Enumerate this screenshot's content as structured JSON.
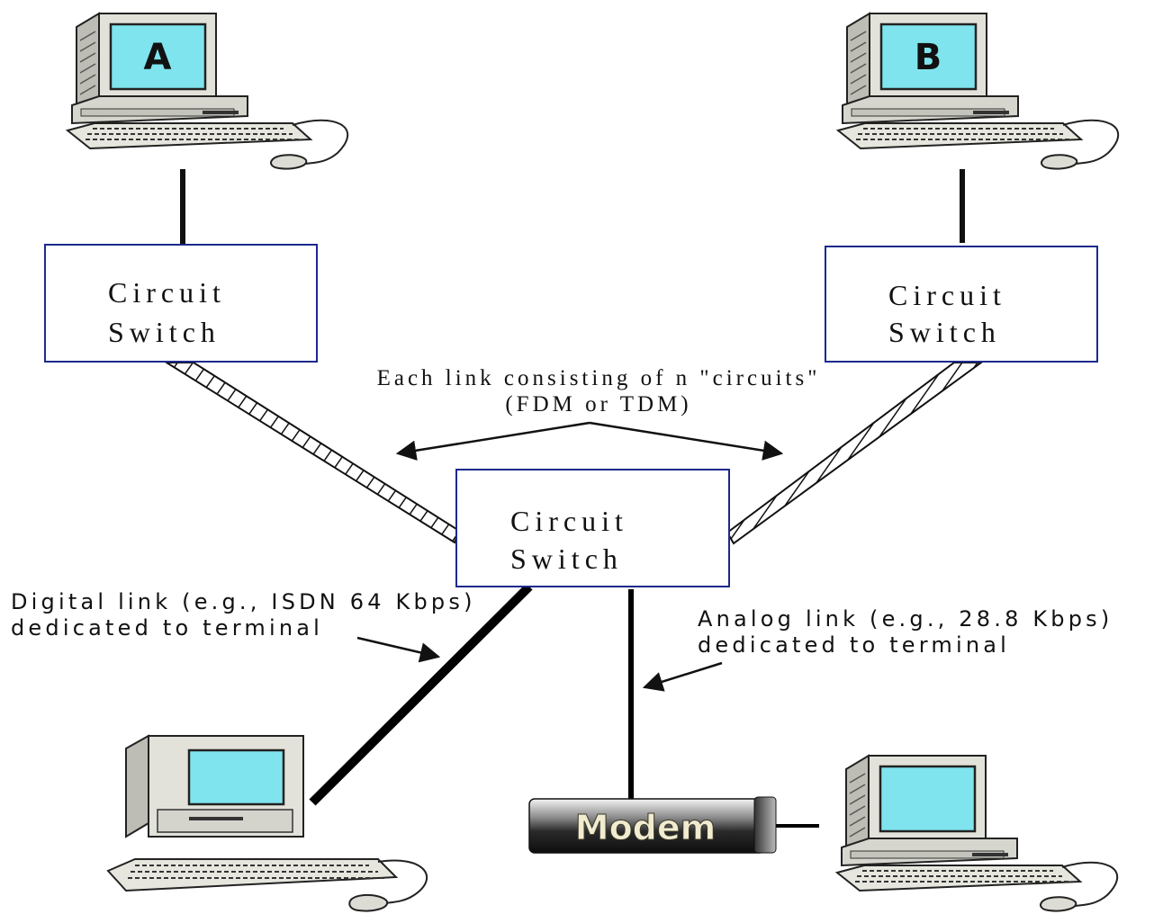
{
  "nodes": {
    "terminal_a": {
      "screen_label": "A"
    },
    "terminal_b": {
      "screen_label": "B"
    },
    "switch_left": {
      "line1": "Circuit",
      "line2": "Switch"
    },
    "switch_right": {
      "line1": "Circuit",
      "line2": "Switch"
    },
    "switch_center": {
      "line1": "Circuit",
      "line2": "Switch"
    },
    "modem": {
      "label": "Modem"
    }
  },
  "annotations": {
    "trunk_line1": "Each link consisting of n \"circuits\"",
    "trunk_line2": "(FDM or TDM)",
    "digital_line1": "Digital link (e.g., ISDN 64 Kbps)",
    "digital_line2": "dedicated to terminal",
    "analog_line1": "Analog link (e.g., 28.8 Kbps)",
    "analog_line2": "dedicated to terminal"
  },
  "colors": {
    "screen": "#7fe4ee",
    "box_border": "#1c2a8c",
    "computer_body": "#dcdcd4",
    "modem_dark": "#1a1a1a",
    "modem_text": "#f1ecd0"
  }
}
